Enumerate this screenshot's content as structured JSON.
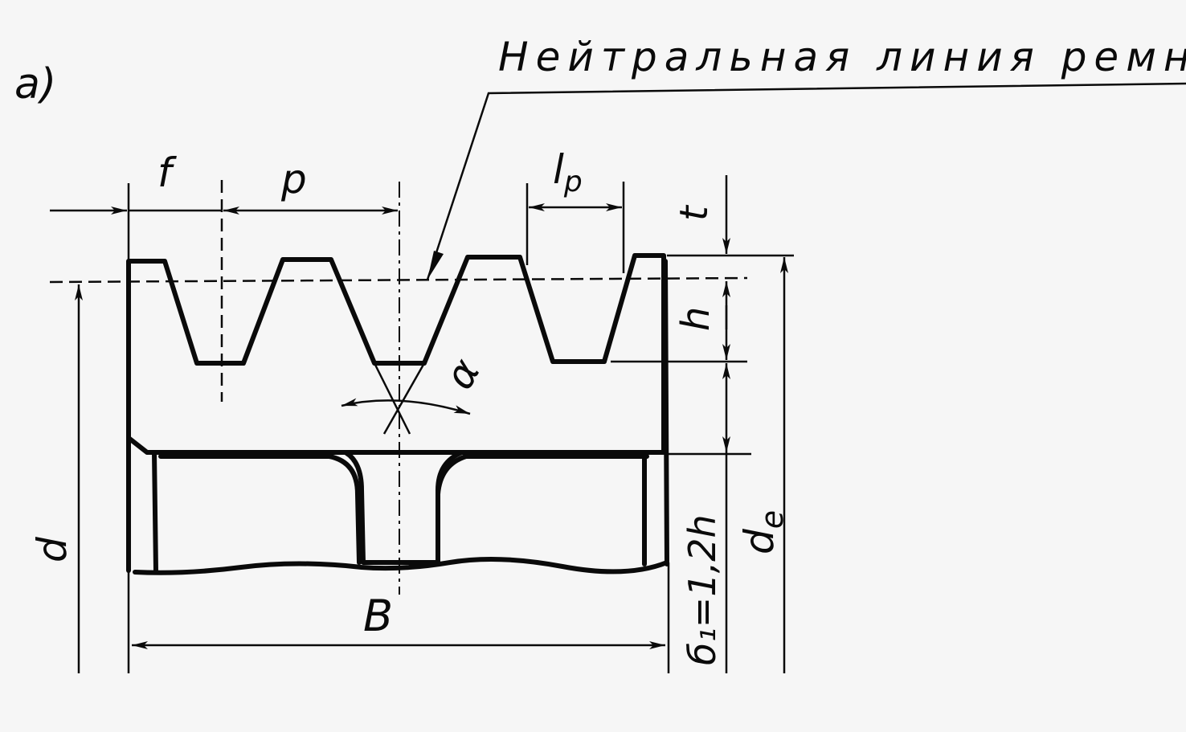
{
  "figure": {
    "label": "a)",
    "neutral_line_caption": "Нейтральная линия ремня"
  },
  "dimensions": {
    "f": "f",
    "p": "p",
    "lp_main": "l",
    "lp_sub": "p",
    "t": "t",
    "h": "h",
    "alpha": "α",
    "d": "d",
    "de_main": "d",
    "de_sub": "e",
    "B": "B",
    "delta_formula": "б₁=1,2h"
  },
  "colors": {
    "ink": "#0a0a0a",
    "paper": "#f6f6f6"
  }
}
